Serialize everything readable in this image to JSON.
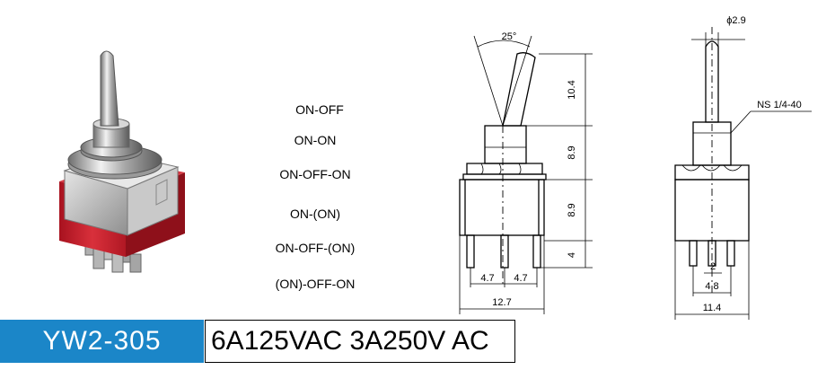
{
  "functions": [
    "ON-OFF",
    "ON-ON",
    "ON-OFF-ON",
    "ON-(ON)",
    "ON-OFF-(ON)",
    "(ON)-OFF-ON"
  ],
  "dims_side": {
    "angle": "25°",
    "lever": "10.4",
    "bushing": "8.9",
    "body": "8.9",
    "terminal": "4",
    "pitch_left": "4.7",
    "pitch_right": "4.7",
    "width": "12.7"
  },
  "dims_front": {
    "diameter": "ϕ2.9",
    "thread": "NS 1/4-40",
    "pitch": "2",
    "spacing": "4.8",
    "width": "11.4"
  },
  "model": "YW2-305",
  "rating": "6A125VAC 3A250V AC",
  "colors": {
    "model_bg": "#1b86c8",
    "body_red": "#c8202c",
    "metal": "#b8b8b8"
  },
  "icons": [
    "toggle-switch-photo"
  ]
}
